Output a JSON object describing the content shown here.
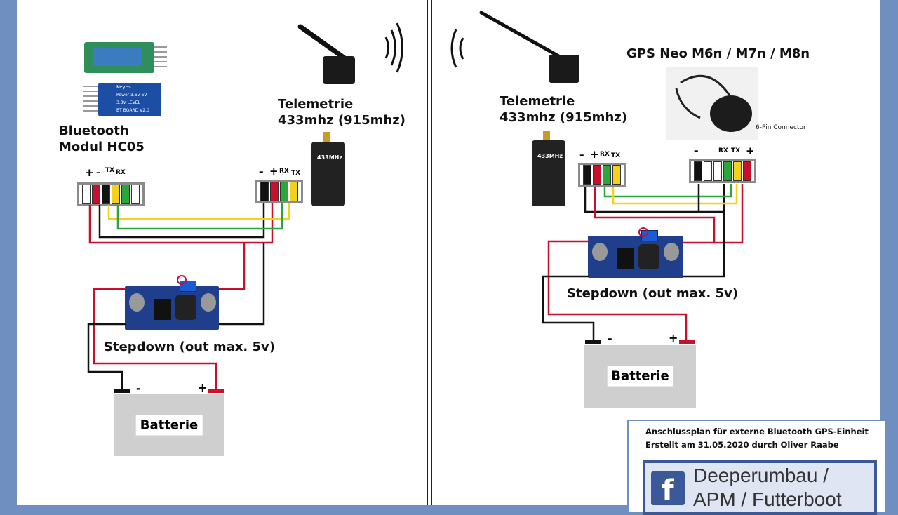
{
  "left": {
    "bluetooth_label": [
      "Bluetooth",
      "Modul HC05"
    ],
    "bt_chip_text": [
      "Keyes",
      "Power 3.6V-6V",
      "3.3V LEVEL",
      "BT BOARD V2.0"
    ],
    "bt_pin_labels": [
      "+",
      "–",
      "TX",
      "RX"
    ],
    "telemetry_label": [
      "Telemetrie",
      "433mhz (915mhz)"
    ],
    "telemetry_pin_labels": [
      "–",
      "+",
      "RX",
      "TX"
    ],
    "module_text": "433MHz",
    "stepdown_label": "Stepdown (out max. 5v)",
    "battery_label": "Batterie",
    "battery_minus": "-",
    "battery_plus": "+"
  },
  "right": {
    "gps_title": "GPS Neo M6n / M7n / M8n",
    "gps_connector_note": "6-Pin Connector",
    "telemetry_label": [
      "Telemetrie",
      "433mhz (915mhz)"
    ],
    "telemetry_pin_labels": [
      "–",
      "+",
      "RX",
      "TX"
    ],
    "gps_pin_labels": [
      "–",
      "RX",
      "TX",
      "+"
    ],
    "module_text": "433MHz",
    "stepdown_label": "Stepdown (out max. 5v)",
    "battery_label": "Batterie",
    "battery_minus": "-",
    "battery_plus": "+"
  },
  "info": {
    "line1": "Anschlussplan für externe Bluetooth GPS-Einheit",
    "line2": "Erstellt am 31.05.2020 durch Oliver Raabe",
    "facebook_icon": "f",
    "group_line1": "Deeperumbau /",
    "group_line2": "APM / Futterboot"
  },
  "colors": {
    "background": "#6f8fc0",
    "wire_red": "#c8102e",
    "wire_black": "#111111",
    "wire_green": "#2aa63a",
    "wire_yellow": "#f2d21b",
    "battery": "#cfcfcf",
    "stepdown_pcb": "#1f3f8c",
    "facebook": "#3b5998"
  }
}
